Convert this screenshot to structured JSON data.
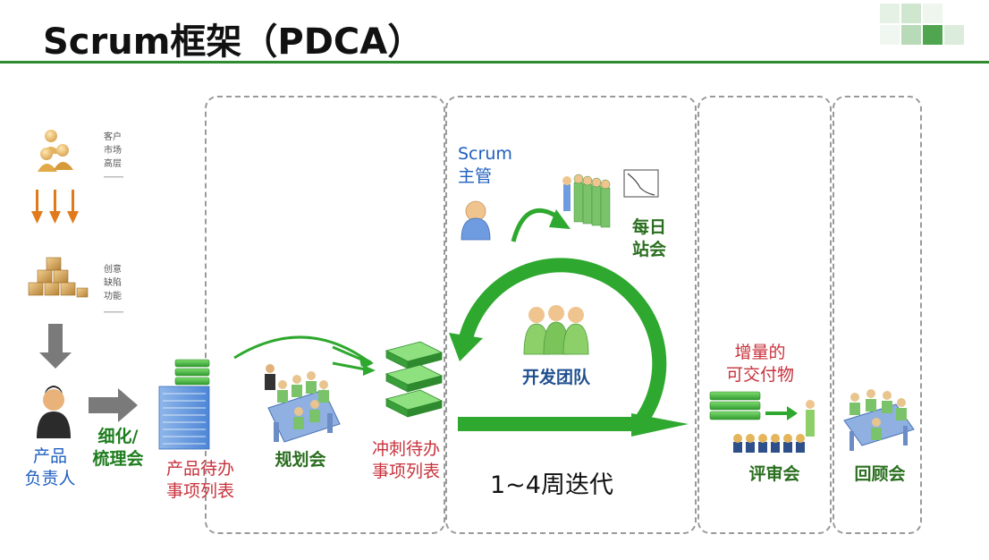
{
  "slide": {
    "title": "Scrum框架（PDCA）"
  },
  "stakeholders": {
    "lines": [
      "客户",
      "市场",
      "高层"
    ]
  },
  "features": {
    "lines": [
      "创意",
      "缺陷",
      "功能"
    ]
  },
  "product_owner": {
    "line1": "产品",
    "line2": "负责人"
  },
  "refinement": {
    "line1": "细化/",
    "line2": "梳理会"
  },
  "product_backlog": {
    "line1": "产品待办",
    "line2": "事项列表"
  },
  "planning": {
    "label": "规划会"
  },
  "sprint_backlog": {
    "line1": "冲刺待办",
    "line2": "事项列表"
  },
  "scrum_master": {
    "line1": "Scrum",
    "line2": "主管"
  },
  "daily_standup": {
    "line1": "每日",
    "line2": "站会"
  },
  "dev_team": {
    "label": "开发团队"
  },
  "iteration": {
    "label": "1~4周迭代"
  },
  "increment": {
    "line1": "增量的",
    "line2": "可交付物"
  },
  "review": {
    "label": "评审会"
  },
  "retrospective": {
    "label": "回顾会"
  },
  "colors": {
    "accent_green": "#2ea82e",
    "title_rule": "#2e8b2e",
    "arrow_orange": "#e07a1a",
    "label_blue": "#1f5fbf",
    "label_red": "#c8323c",
    "label_green": "#1e7d1e"
  }
}
